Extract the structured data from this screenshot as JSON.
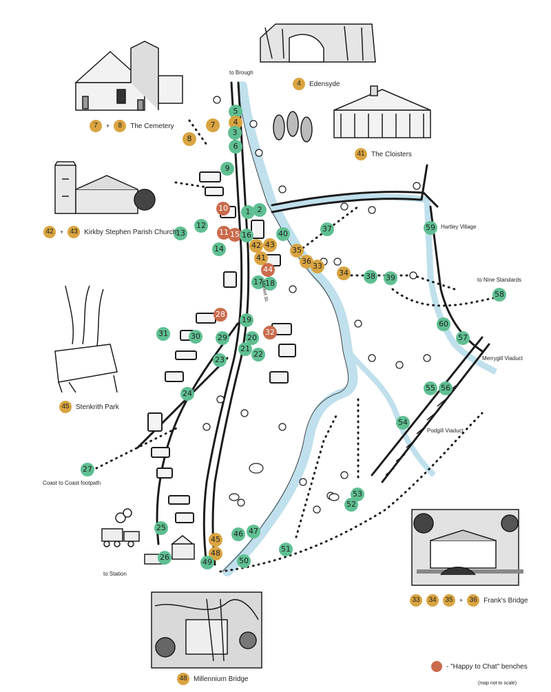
{
  "colors": {
    "green": "#5fbf92",
    "gold": "#d9a441",
    "orange": "#c96b4c",
    "river": "#bfe0ec",
    "ink": "#1b1b1b"
  },
  "places": {
    "edensyde": "Edensyde",
    "cemetery": "The Cemetery",
    "cloisters": "The Cloisters",
    "church": "Kirkby Stephen Parish Church",
    "stenkrith": "Stenkrith Park",
    "franks_bridge": "Frank's Bridge",
    "millennium_bridge": "Millennium Bridge"
  },
  "labels": {
    "to_brough": "to Brough",
    "hartley": "Hartley Village",
    "nine_standards": "to Nine Standards",
    "merrygill": "Merrygill Viaduct",
    "podgill": "Podgill Viaduct",
    "coast": "Coast to Coast footpath",
    "station": "to Station",
    "market_st": "Market St."
  },
  "caption_numbers": {
    "edensyde": "4",
    "cemetery_a": "7",
    "cemetery_b": "8",
    "cloisters": "41",
    "church_a": "42",
    "church_b": "43",
    "stenkrith": "45",
    "frank_a": "33",
    "frank_b": "34",
    "frank_c": "35",
    "frank_d": "36",
    "millennium": "48"
  },
  "connector": "+",
  "legend": {
    "benches": "- \"Happy to Chat\" benches",
    "note": "(map not to scale)"
  },
  "markers": [
    {
      "n": "5",
      "type": "green"
    },
    {
      "n": "4",
      "type": "gold"
    },
    {
      "n": "7",
      "type": "gold"
    },
    {
      "n": "3",
      "type": "green"
    },
    {
      "n": "8",
      "type": "gold"
    },
    {
      "n": "6",
      "type": "green"
    },
    {
      "n": "9",
      "type": "green"
    },
    {
      "n": "10",
      "type": "orange"
    },
    {
      "n": "1",
      "type": "green"
    },
    {
      "n": "2",
      "type": "green"
    },
    {
      "n": "12",
      "type": "green"
    },
    {
      "n": "11",
      "type": "orange"
    },
    {
      "n": "15",
      "type": "orange"
    },
    {
      "n": "16",
      "type": "green"
    },
    {
      "n": "40",
      "type": "green"
    },
    {
      "n": "13",
      "type": "green"
    },
    {
      "n": "14",
      "type": "green"
    },
    {
      "n": "42",
      "type": "gold"
    },
    {
      "n": "43",
      "type": "gold"
    },
    {
      "n": "35",
      "type": "gold"
    },
    {
      "n": "41",
      "type": "gold"
    },
    {
      "n": "36",
      "type": "gold"
    },
    {
      "n": "33",
      "type": "gold"
    },
    {
      "n": "37",
      "type": "green"
    },
    {
      "n": "44",
      "type": "orange"
    },
    {
      "n": "34",
      "type": "gold"
    },
    {
      "n": "38",
      "type": "green"
    },
    {
      "n": "39",
      "type": "green"
    },
    {
      "n": "17",
      "type": "green"
    },
    {
      "n": "18",
      "type": "green"
    },
    {
      "n": "59",
      "type": "green"
    },
    {
      "n": "58",
      "type": "green"
    },
    {
      "n": "28",
      "type": "orange"
    },
    {
      "n": "19",
      "type": "green"
    },
    {
      "n": "31",
      "type": "green"
    },
    {
      "n": "30",
      "type": "green"
    },
    {
      "n": "29",
      "type": "green"
    },
    {
      "n": "20",
      "type": "green"
    },
    {
      "n": "32",
      "type": "orange"
    },
    {
      "n": "21",
      "type": "green"
    },
    {
      "n": "22",
      "type": "green"
    },
    {
      "n": "23",
      "type": "green"
    },
    {
      "n": "60",
      "type": "green"
    },
    {
      "n": "57",
      "type": "green"
    },
    {
      "n": "24",
      "type": "green"
    },
    {
      "n": "55",
      "type": "green"
    },
    {
      "n": "56",
      "type": "green"
    },
    {
      "n": "54",
      "type": "green"
    },
    {
      "n": "27",
      "type": "green"
    },
    {
      "n": "53",
      "type": "green"
    },
    {
      "n": "52",
      "type": "green"
    },
    {
      "n": "25",
      "type": "green"
    },
    {
      "n": "46",
      "type": "green"
    },
    {
      "n": "47",
      "type": "green"
    },
    {
      "n": "45",
      "type": "gold"
    },
    {
      "n": "26",
      "type": "green"
    },
    {
      "n": "48",
      "type": "gold"
    },
    {
      "n": "51",
      "type": "green"
    },
    {
      "n": "49",
      "type": "green"
    },
    {
      "n": "50",
      "type": "green"
    }
  ]
}
